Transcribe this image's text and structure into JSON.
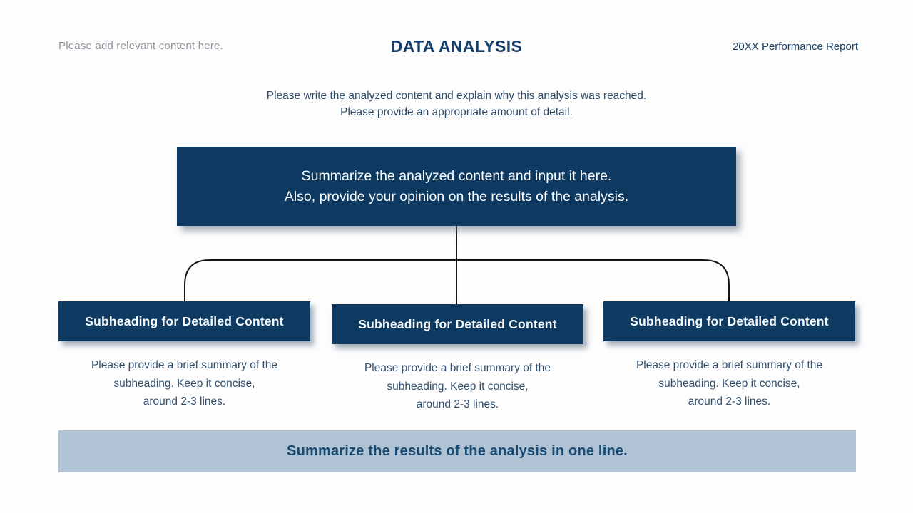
{
  "slide": {
    "header": {
      "left_note": "Please add relevant content here.",
      "title": "DATA ANALYSIS",
      "right_note": "20XX Performance Report"
    },
    "intro": {
      "lines": [
        "Please write the analyzed content and explain why this analysis was reached.",
        "Please provide an appropriate amount of detail."
      ]
    },
    "summary_box": {
      "lines": [
        "Summarize the analyzed content and input it here.",
        "Also, provide your opinion on the results of the analysis."
      ]
    },
    "branches": [
      {
        "heading": "Subheading for Detailed Content",
        "body": [
          "Please provide a brief summary of the",
          "subheading. Keep it concise,",
          "around 2-3 lines."
        ]
      },
      {
        "heading": "Subheading for Detailed Content",
        "body": [
          "Please provide a brief summary of the",
          "subheading. Keep it concise,",
          "around 2-3 lines."
        ]
      },
      {
        "heading": "Subheading for Detailed Content",
        "body": [
          "Please provide a brief summary of the",
          "subheading. Keep it concise,",
          "around 2-3 lines."
        ]
      }
    ],
    "footer_bar": {
      "text": "Summarize the results of the analysis in one line."
    },
    "colors": {
      "navy_box": "#0e3a61",
      "title_navy": "#14406b",
      "intro_text": "#2d4a68",
      "body_text": "#33506e",
      "muted_gray_note": "#8d929b",
      "footer_bar_bg": "#b0c3d4",
      "footer_bar_text": "#174a73",
      "connector_line": "#151515",
      "background": "#fdfdfe"
    }
  }
}
